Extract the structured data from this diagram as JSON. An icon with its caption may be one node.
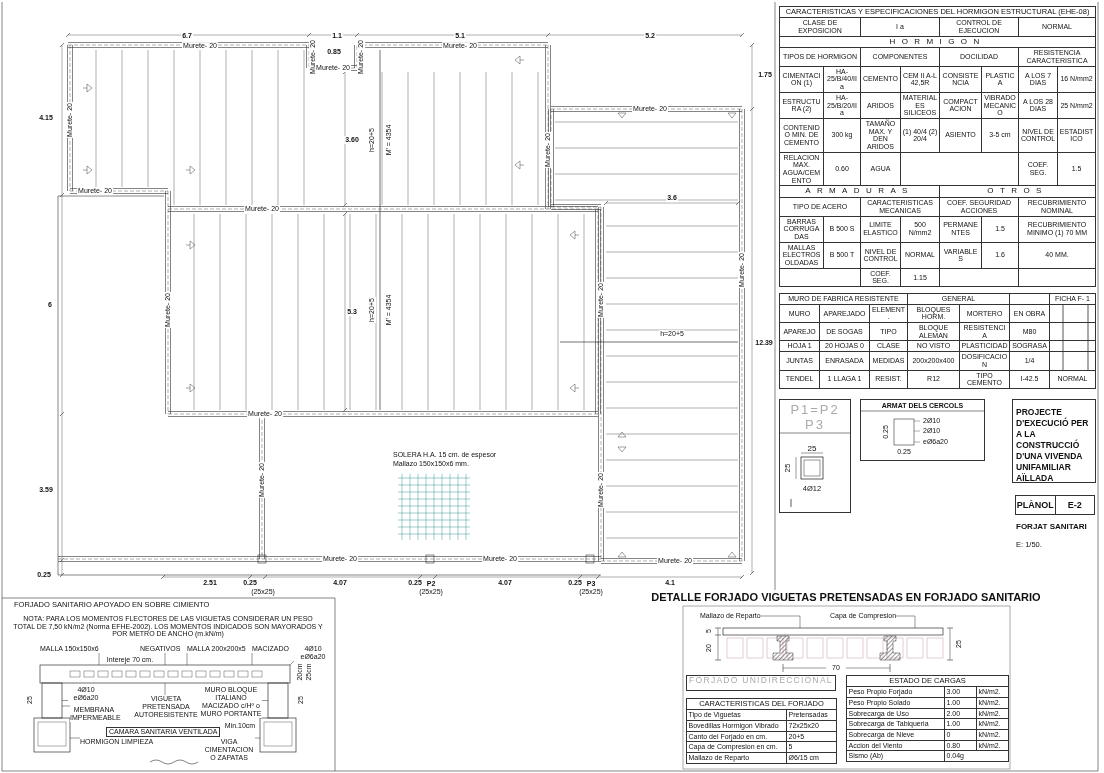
{
  "diagram": {
    "nodes": [
      {
        "text": [
          "PROJECTE D'EXECUCIÓ PER A LA CONSTRUCCIÓ D'UNA VIVENDA UNIFAMILIAR AÏLLADA"
        ]
      },
      {
        "text": [
          "PLÀNOL",
          "E-2"
        ]
      },
      {
        "text": [
          "Mallazo de Reparto"
        ]
      },
      {
        "text": [
          "Capa de Compresion"
        ]
      },
      {
        "text": [
          "FORJADO UNIDIRECCIONAL"
        ]
      },
      {
        "text": [
          "MALLA 150x150x6"
        ]
      },
      {
        "text": [
          "NEGATIVOS"
        ]
      },
      {
        "text": [
          "MALLA 200x200x5"
        ]
      },
      {
        "text": [
          "MACIZADO"
        ]
      },
      {
        "text": [
          "4Ø10 eØ6a20"
        ]
      },
      {
        "text": [
          "4Ø10 eØ6a20"
        ]
      },
      {
        "text": [
          "VIGUETA PRETENSADA AUTORESISTENTE"
        ]
      },
      {
        "text": [
          "MEMBRANA IMPERMEABLE"
        ]
      },
      {
        "text": [
          "MURO BLOQUE ITALIANO MACIZADO c/Hº o MURO PORTANTE"
        ]
      },
      {
        "text": [
          "CAMARA SANITARIA VENTILADA"
        ]
      },
      {
        "text": [
          "VIGA CIMENTACION O ZAPATAS"
        ]
      },
      {
        "text": [
          "HORMIGON LIMPIEZA"
        ]
      },
      {
        "text": [
          "P1=P2 P3"
        ]
      },
      {
        "text": [
          "ARMAT DELS CERCOLS"
        ]
      },
      {
        "text": [],
        "shape": "box"
      },
      {
        "text": [],
        "shape": "box"
      },
      {
        "text": [],
        "shape": "box"
      },
      {
        "text": [],
        "shape": "box"
      },
      {
        "text": [],
        "shape": "box"
      },
      {
        "text": [],
        "shape": "box"
      }
    ],
    "edges": [
      {
        "from": 2,
        "to": 24,
        "arrow": "none"
      },
      {
        "from": 3,
        "to": 24,
        "arrow": "none"
      },
      {
        "from": 5,
        "to": 19,
        "arrow": "none"
      },
      {
        "from": 6,
        "to": 19,
        "arrow": "none"
      },
      {
        "from": 7,
        "to": 19,
        "arrow": "none"
      },
      {
        "from": 8,
        "to": 19,
        "arrow": "none"
      },
      {
        "from": 9,
        "to": 19,
        "arrow": "none"
      },
      {
        "from": 10,
        "to": 20,
        "arrow": "none"
      },
      {
        "from": 11,
        "to": 19,
        "arrow": "none"
      },
      {
        "from": 12,
        "to": 20,
        "arrow": "none"
      },
      {
        "from": 13,
        "to": 21,
        "arrow": "none"
      },
      {
        "from": 15,
        "to": 23,
        "arrow": "none"
      },
      {
        "from": 16,
        "to": 22,
        "arrow": "none"
      }
    ],
    "labels": [
      "6.7",
      "1.1",
      "5.1",
      "5.2",
      "Murete- 20",
      "Murete- 20",
      "0.85",
      "Murete- 20",
      "Murete- 20",
      "Murete- 20",
      "1.75",
      "4.15",
      "Murete- 20",
      "3.60",
      "h=20+5",
      "M' = 4354",
      "Murete- 20",
      "Murete- 20",
      "Murete- 20",
      "Murete- 20",
      "3.6",
      "Murete- 20",
      "6",
      "5.3",
      "h=20+5",
      "M' = 4354",
      "Murete- 20",
      "h=20+5",
      "Murete- 20",
      "12.39",
      "Murete- 20",
      "SOLERA H.A. 15 cm. de espesor",
      "Mallazo 150x150x6 mm.",
      "Murete- 20",
      "Murete- 20",
      "3.59",
      "Murete- 20",
      "Murete- 20",
      "Murete- 20",
      "0.25",
      "2.51",
      "0.25",
      "4.07",
      "0.25",
      "4.07",
      "0.25",
      "4.1",
      "(25x25)",
      "P2",
      "(25x25)",
      "P3",
      "(25x25)",
      "CARACTERISTICAS Y ESPECIFICACIONES DEL HORMIGON ESTRUCTURAL (EHE-08)",
      "CLASE DE EXPOSICION",
      "I a",
      "CONTROL DE EJECUCION",
      "NORMAL",
      "HORMIGON",
      "TIPOS DE HORMIGON",
      "COMPONENTES",
      "DOCILIDAD",
      "RESISTENCIA CARACTERISTICA",
      "CIMENTACION (1)",
      "HA-25/B/40/IIa",
      "CEMENTO",
      "CEM II A-L 42,5R",
      "CONSISTENCIA",
      "PLASTICA",
      "A LOS 7 DIAS",
      "16 N/mm2",
      "ESTRUCTURA (2)",
      "HA-25/B/20/IIa",
      "ARIDOS",
      "MATERIALES SILICEOS",
      "COMPACTACION",
      "VIBRADO MECANICO",
      "A LOS 28 DIAS",
      "25 N/mm2",
      "CONTENIDO MIN. DE CEMENTO",
      "300 kg",
      "TAMAÑO MAX. Y DEN ARIDOS",
      "(1) 40/4 (2) 20/4",
      "ASIENTO",
      "3-5 cm",
      "NIVEL DE CONTROL",
      "ESTADISTICO",
      "RELACION MAX. AGUA/CEMENTO",
      "0.60",
      "AGUA",
      "COEF. SEG.",
      "1.5",
      "ARMADURAS",
      "OTROS",
      "TIPO DE ACERO",
      "CARACTERISTICAS MECANICAS",
      "COEF. SEGURIDAD ACCIONES",
      "RECUBRIMIENTO NOMINAL",
      "BARRAS CORRUGADAS",
      "B 500 S",
      "LIMITE ELASTICO",
      "500 N/mm2",
      "PERMANENTES",
      "1.5",
      "RECUBRIMIENTO MINIMO (1) 70 MM",
      "MALLAS ELECTROSOLDADAS",
      "B 500 T",
      "NIVEL DE CONTROL",
      "NORMAL",
      "VARIABLES",
      "1.6",
      "40 MM.",
      "COEF. SEG.",
      "1.15",
      "MURO DE FABRICA RESISTENTE",
      "GENERAL",
      "FICHA F- 1",
      "MURO",
      "APAREJADO",
      "ELEMENT.",
      "BLOQUES HORM.",
      "MORTERO",
      "EN OBRA",
      "APAREJO",
      "DE SOGAS",
      "TIPO",
      "BLOQUE ALEMAN",
      "RESISTENCIA",
      "M80",
      "HOJA 1",
      "20 HOJAS 0",
      "CLASE",
      "NO VISTO",
      "PLASTICIDAD",
      "SOGRASA",
      "JUNTAS",
      "ENRASADA",
      "MEDIDAS",
      "200x200x400",
      "DOSIFICACION",
      "1/4",
      "TENDEL",
      "1 LLAGA 1",
      "RESIST.",
      "R12",
      "TIPO CEMENTO",
      "I-42.5",
      "NORMAL",
      "25",
      "25",
      "4Ø12",
      "2Ø10",
      "2Ø10",
      "eØ6a20",
      "0.25",
      "0.25",
      "FORJAT SANITARI",
      "E: 1/50.",
      "DETALLE FORJADO VIGUETAS PRETENSADAS EN FORJADO SANITARIO",
      "5",
      "20",
      "25",
      "70",
      "FORJADO SANITARIO APOYADO EN SOBRE CIMIENTO",
      "NOTA: PARA LOS MOMENTOS FLECTORES DE LAS VIGUETAS CONSIDERAR UN PESO TOTAL DE 7,50 kN/m2 (Norma EFHE-2002). LOS MOMENTOS INDICADOS SON MAYORADOS Y POR METRO DE ANCHO (m.kN/m)",
      "Intereje 70 cm.",
      "20cm",
      "25cm",
      "Min.10cm",
      "25",
      "25",
      "CARACTERISTICAS DEL FORJADO",
      "Tipo de Viguetas",
      "Pretensadas",
      "Bovedillas Hormigon Vibrado",
      "72x25x20",
      "Canto del Forjado en cm.",
      "20+5",
      "Capa de Compresion en cm.",
      "5",
      "Mallazo de Reparto",
      "Ø6/15 cm",
      "ESTADO DE CARGAS",
      "Peso Propio Forjado",
      "3.00",
      "kN/m2.",
      "Peso Propio Solado",
      "1.00",
      "kN/m2.",
      "Sobrecarga de Uso",
      "2.00",
      "kN/m2.",
      "Sobrecarga de Tabiqueria",
      "1.00",
      "kN/m2.",
      "Sobrecarga de Nieve",
      "0",
      "kN/m2.",
      "Accion del Viento",
      "0.80",
      "kN/m2.",
      "Sismo (Ab)",
      "0.04g"
    ]
  }
}
